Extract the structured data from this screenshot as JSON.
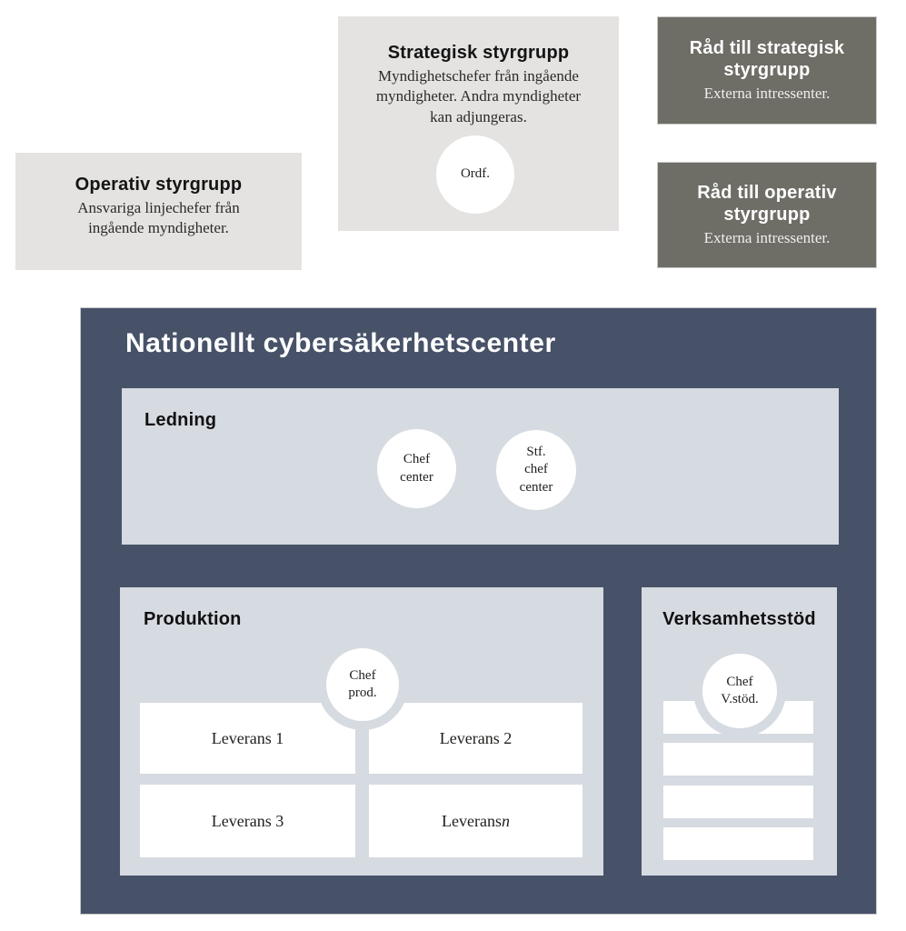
{
  "diagram": {
    "colors": {
      "light_gray_box": "#e4e3e2",
      "dark_gray_box": "#6e6d66",
      "dark_blue_container": "#475269",
      "panel_light_blue": "#d6dae1",
      "circle_white": "#ffffff"
    },
    "boxes": {
      "operativ": {
        "title": "Operativ styrgrupp",
        "body": "Ansvariga linjechefer från\ningående myndigheter."
      },
      "strategisk": {
        "title": "Strategisk styrgrupp",
        "body": "Myndighetschefer från ingående\nmyndigheter. Andra myndigheter\nkan adjungeras.",
        "circle": "Ordf."
      },
      "rad_strategisk": {
        "title": "Råd till strategisk\nstyrgrupp",
        "body": "Externa intressenter."
      },
      "rad_operativ": {
        "title": "Råd till operativ\nstyrgrupp",
        "body": "Externa intressenter."
      }
    },
    "center": {
      "title": "Nationellt cybersäkerhetscenter",
      "ledning": {
        "label": "Ledning",
        "chef_circle": "Chef\ncenter",
        "stf_circle": "Stf.\nchef\ncenter"
      },
      "produktion": {
        "label": "Produktion",
        "chef_circle": "Chef\nprod.",
        "units": [
          "Leverans 1",
          "Leverans 2",
          "Leverans 3"
        ],
        "unit_n": {
          "prefix": "Leverans ",
          "n": "n"
        }
      },
      "verksamhetsstod": {
        "label": "Verksamhetsstöd",
        "chef_circle": "Chef\nV.stöd.",
        "bars_count": 4
      }
    }
  }
}
